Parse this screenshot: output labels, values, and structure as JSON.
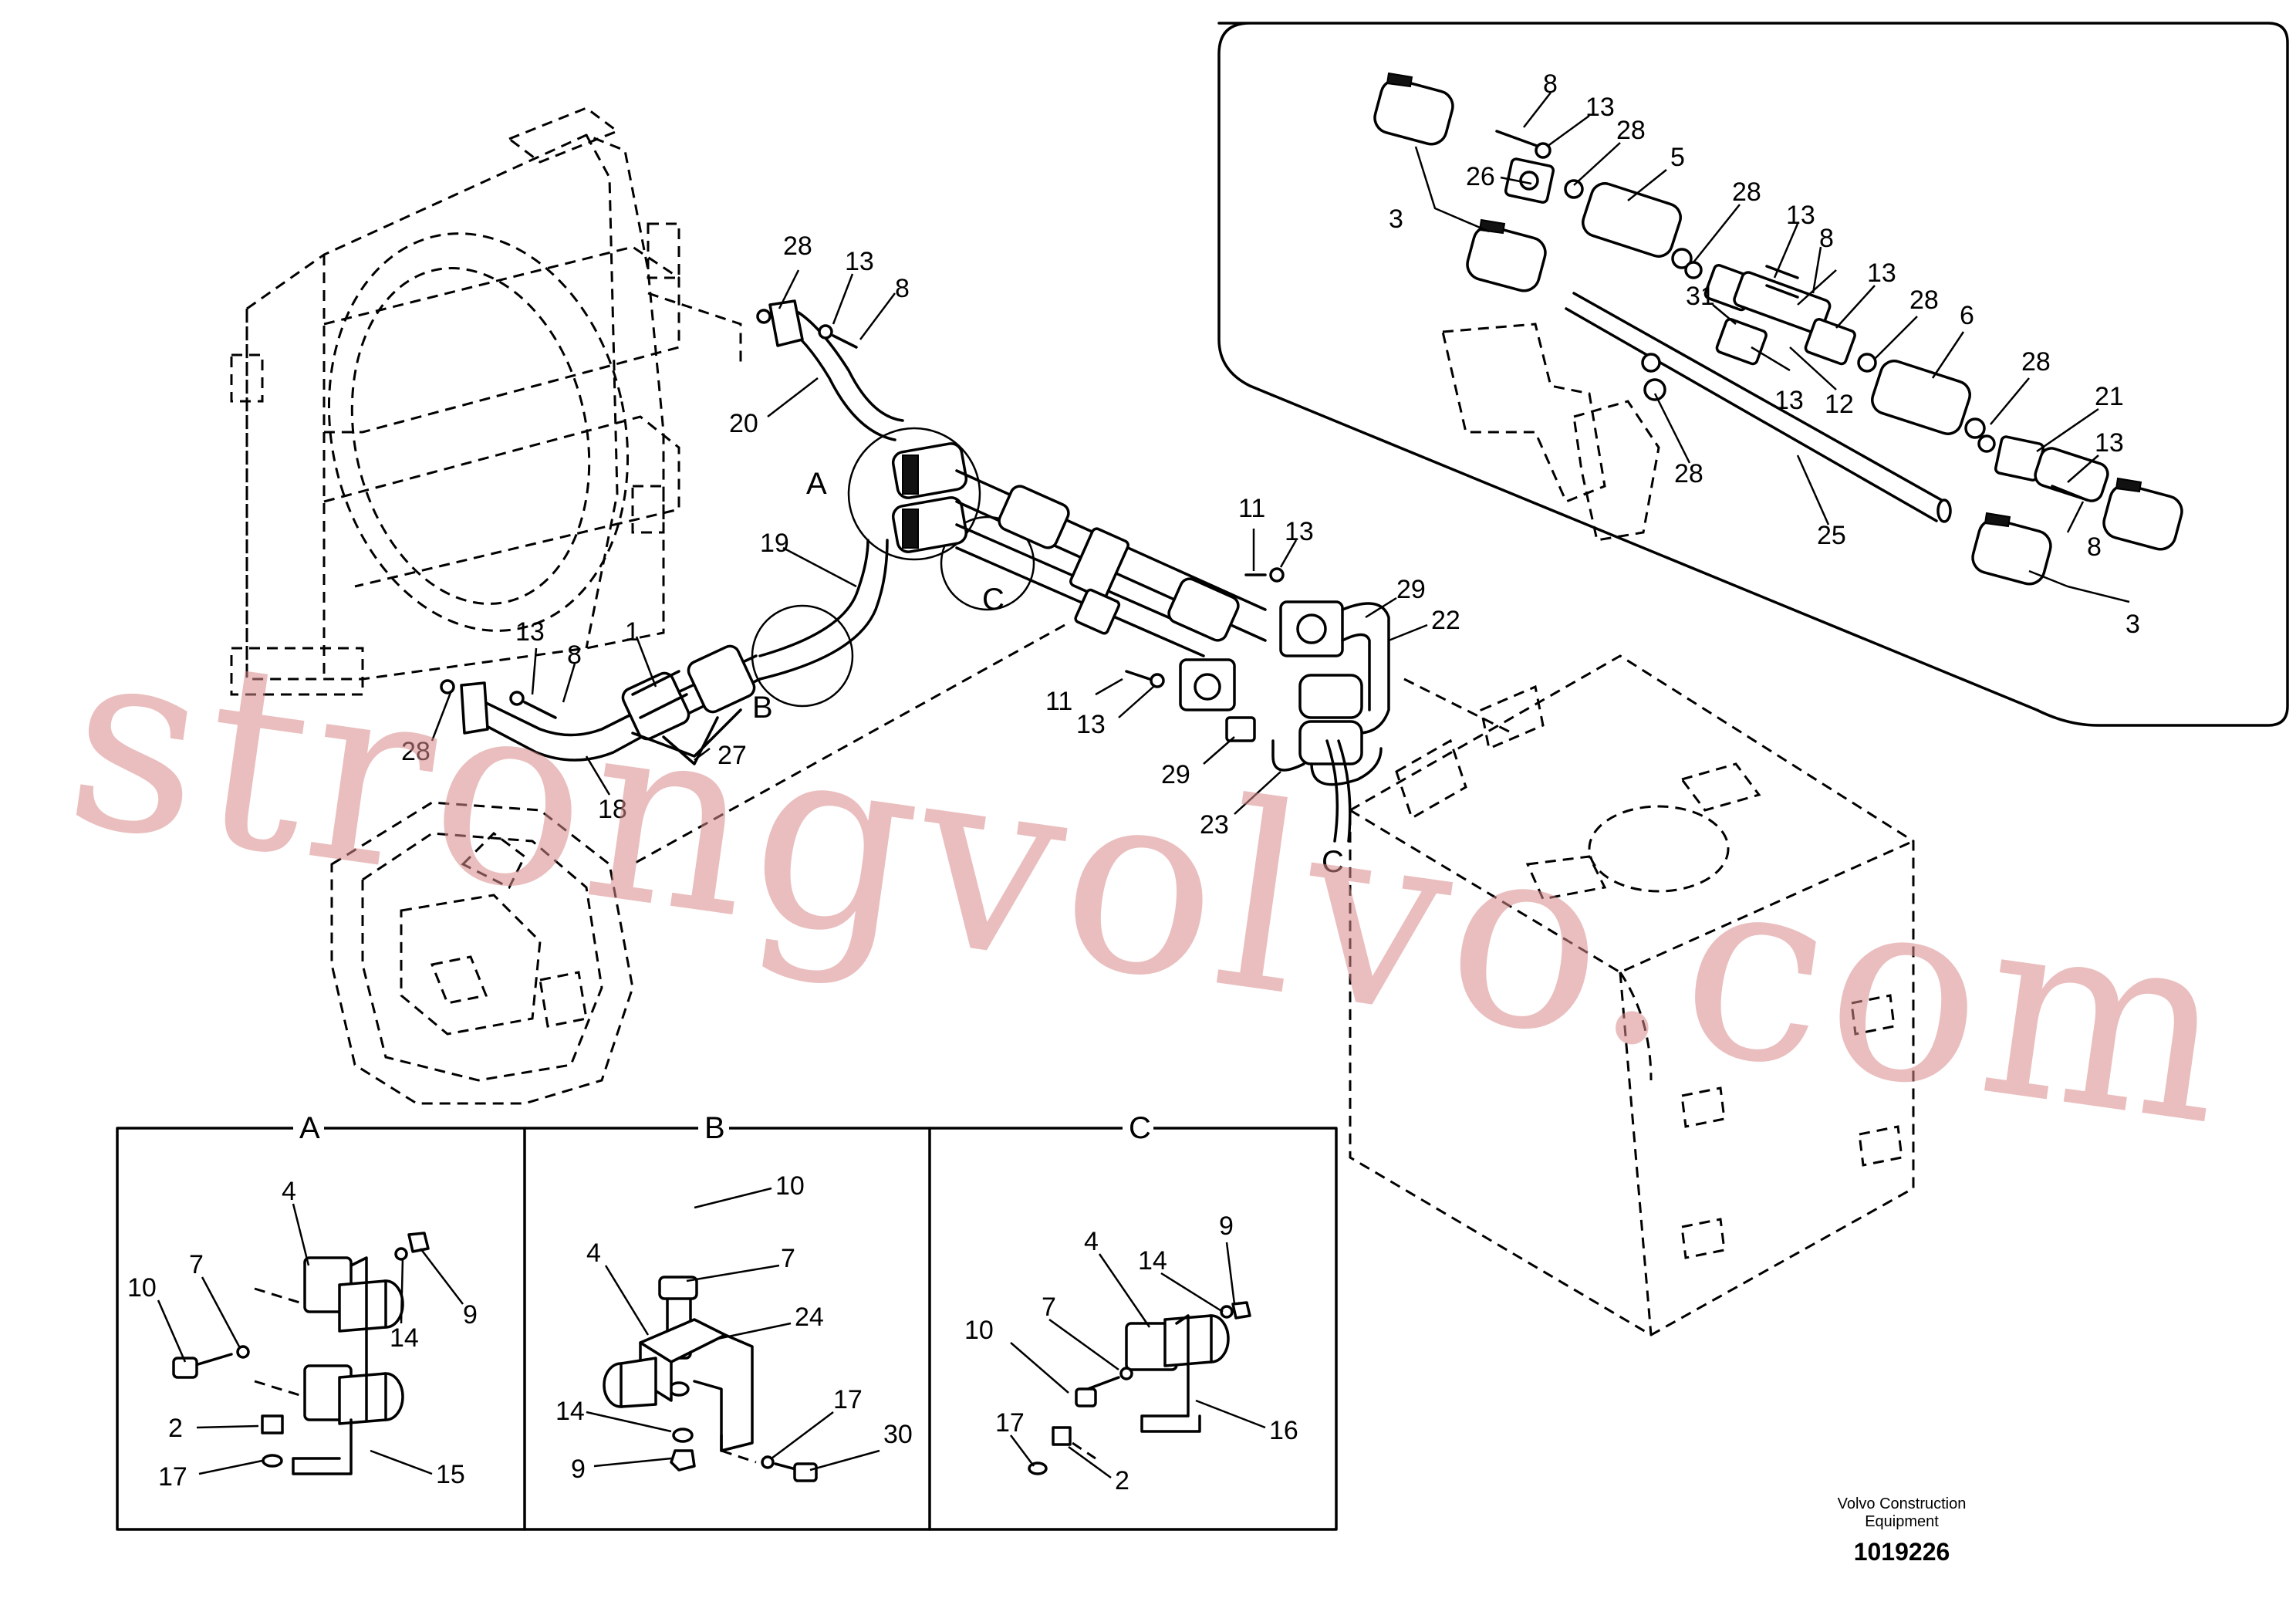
{
  "watermark": "strongvolvo.com",
  "publisher": {
    "line1": "Volvo Construction",
    "line2": "Equipment",
    "drawing_number": "1019226"
  },
  "main_labels": {
    "l28a": "28",
    "l13a": "13",
    "l8a": "8",
    "l20": "20",
    "lA": "A",
    "lC1": "C",
    "l19": "19",
    "l11a": "11",
    "l13b": "13",
    "l29a": "29",
    "l22": "22",
    "l13c": "13",
    "l8b": "8",
    "l1": "1",
    "lB": "B",
    "l11b": "11",
    "l13d": "13",
    "l28b": "28",
    "l27": "27",
    "l18": "18",
    "l29b": "29",
    "l23": "23",
    "lC2": "C"
  },
  "inset_labels": {
    "i8a": "8",
    "i13a": "13",
    "i28a": "28",
    "i5": "5",
    "i26": "26",
    "i3a": "3",
    "i28b": "28",
    "i13b": "13",
    "i8b": "8",
    "i13c": "13",
    "i31": "31",
    "i28c": "28",
    "i6": "6",
    "i13d": "13",
    "i12": "12",
    "i28d": "28",
    "i21": "21",
    "i13e": "13",
    "i28e": "28",
    "i25": "25",
    "i8c": "8",
    "i3b": "3"
  },
  "details": [
    {
      "title": "A",
      "labels": {
        "n4": "4",
        "n7": "7",
        "n10": "10",
        "n14": "14",
        "n9": "9",
        "n2": "2",
        "n17": "17",
        "n15": "15"
      }
    },
    {
      "title": "B",
      "labels": {
        "n10": "10",
        "n7": "7",
        "n4": "4",
        "n24": "24",
        "n17": "17",
        "n14": "14",
        "n30": "30",
        "n9": "9"
      }
    },
    {
      "title": "C",
      "labels": {
        "n9": "9",
        "n4": "4",
        "n14": "14",
        "n10": "10",
        "n7": "7",
        "n16": "16",
        "n17": "17",
        "n2": "2"
      }
    }
  ]
}
